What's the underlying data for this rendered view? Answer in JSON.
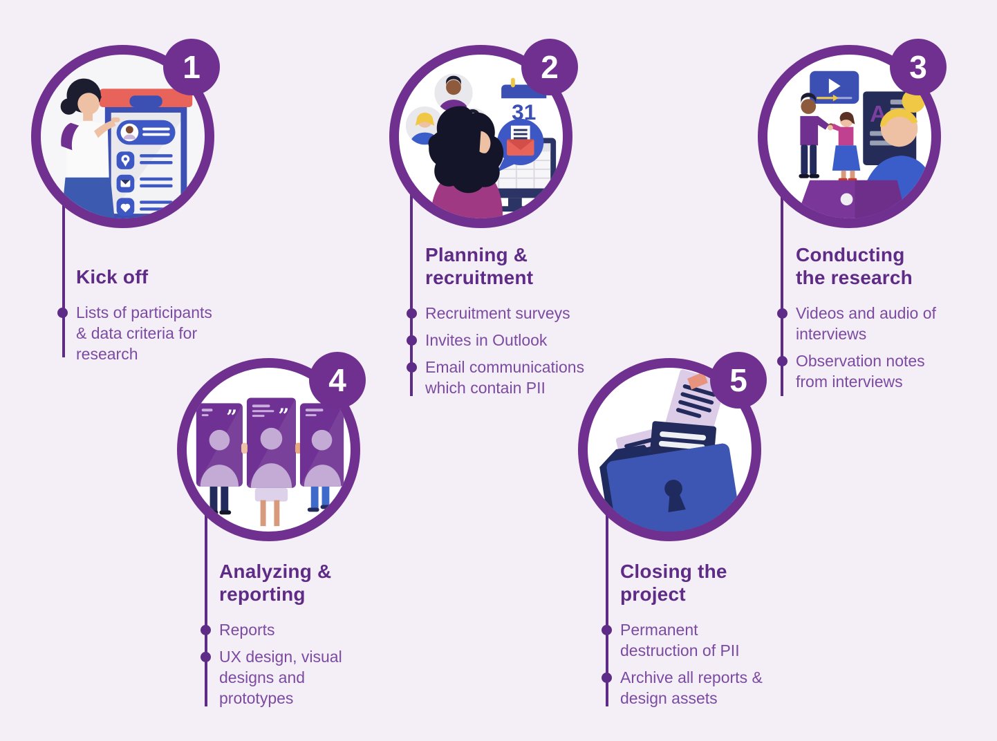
{
  "theme": {
    "bg": "#f4eef6",
    "ring": "#70308f",
    "badge-num": "#ffffff",
    "heading": "#5e2c87",
    "body-text": "#7b4ba1",
    "line": "#5e2c87"
  },
  "steps": [
    {
      "number": "1",
      "title": "Kick off",
      "bullets": [
        "Lists of participants\n& data criteria for\nresearch"
      ],
      "illustration": "person-with-checklist-clipboard"
    },
    {
      "number": "2",
      "title": "Planning &\nrecruitment",
      "bullets": [
        "Recruitment surveys",
        "Invites in Outlook",
        "Email communications\nwhich contain PII"
      ],
      "illustration": "person-at-computer-calendar-email"
    },
    {
      "number": "3",
      "title": "Conducting\nthe research",
      "bullets": [
        "Videos and audio of\ninterviews",
        "Observation notes\nfrom interviews"
      ],
      "illustration": "interview-with-video-and-notes"
    },
    {
      "number": "4",
      "title": "Analyzing &\nreporting",
      "bullets": [
        "Reports",
        "UX design, visual\ndesigns and\nprototypes"
      ],
      "illustration": "people-holding-persona-cards"
    },
    {
      "number": "5",
      "title": "Closing the\nproject",
      "bullets": [
        "Permanent\ndestruction of PII",
        "Archive all reports &\ndesign assets"
      ],
      "illustration": "locked-folder-with-documents"
    }
  ]
}
